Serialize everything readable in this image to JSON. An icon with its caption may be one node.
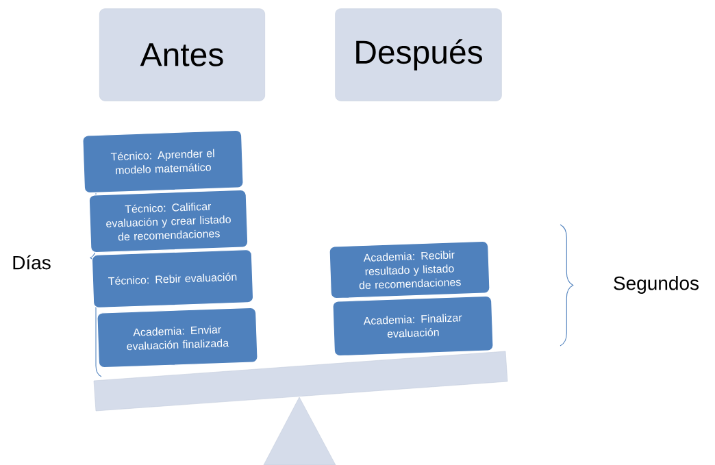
{
  "diagram": {
    "nodes": [
      {
        "text": [
          "Antes"
        ]
      },
      {
        "text": [
          "Después"
        ]
      },
      {
        "text": [
          "Técnico: Aprender el modelo matemático"
        ]
      },
      {
        "text": [
          "Técnico: Calificar evaluación y crear listado de recomendaciones"
        ]
      },
      {
        "text": [
          "Técnico: Rebir evaluación"
        ]
      },
      {
        "text": [
          "Academia: Enviar evaluación finalizada"
        ]
      },
      {
        "text": [
          "Academia: Recibir resultado y listado de recomendaciones"
        ]
      },
      {
        "text": [
          "Academia: Finalizar evaluación"
        ]
      }
    ],
    "labels": [
      "Días",
      "Segundos"
    ]
  }
}
